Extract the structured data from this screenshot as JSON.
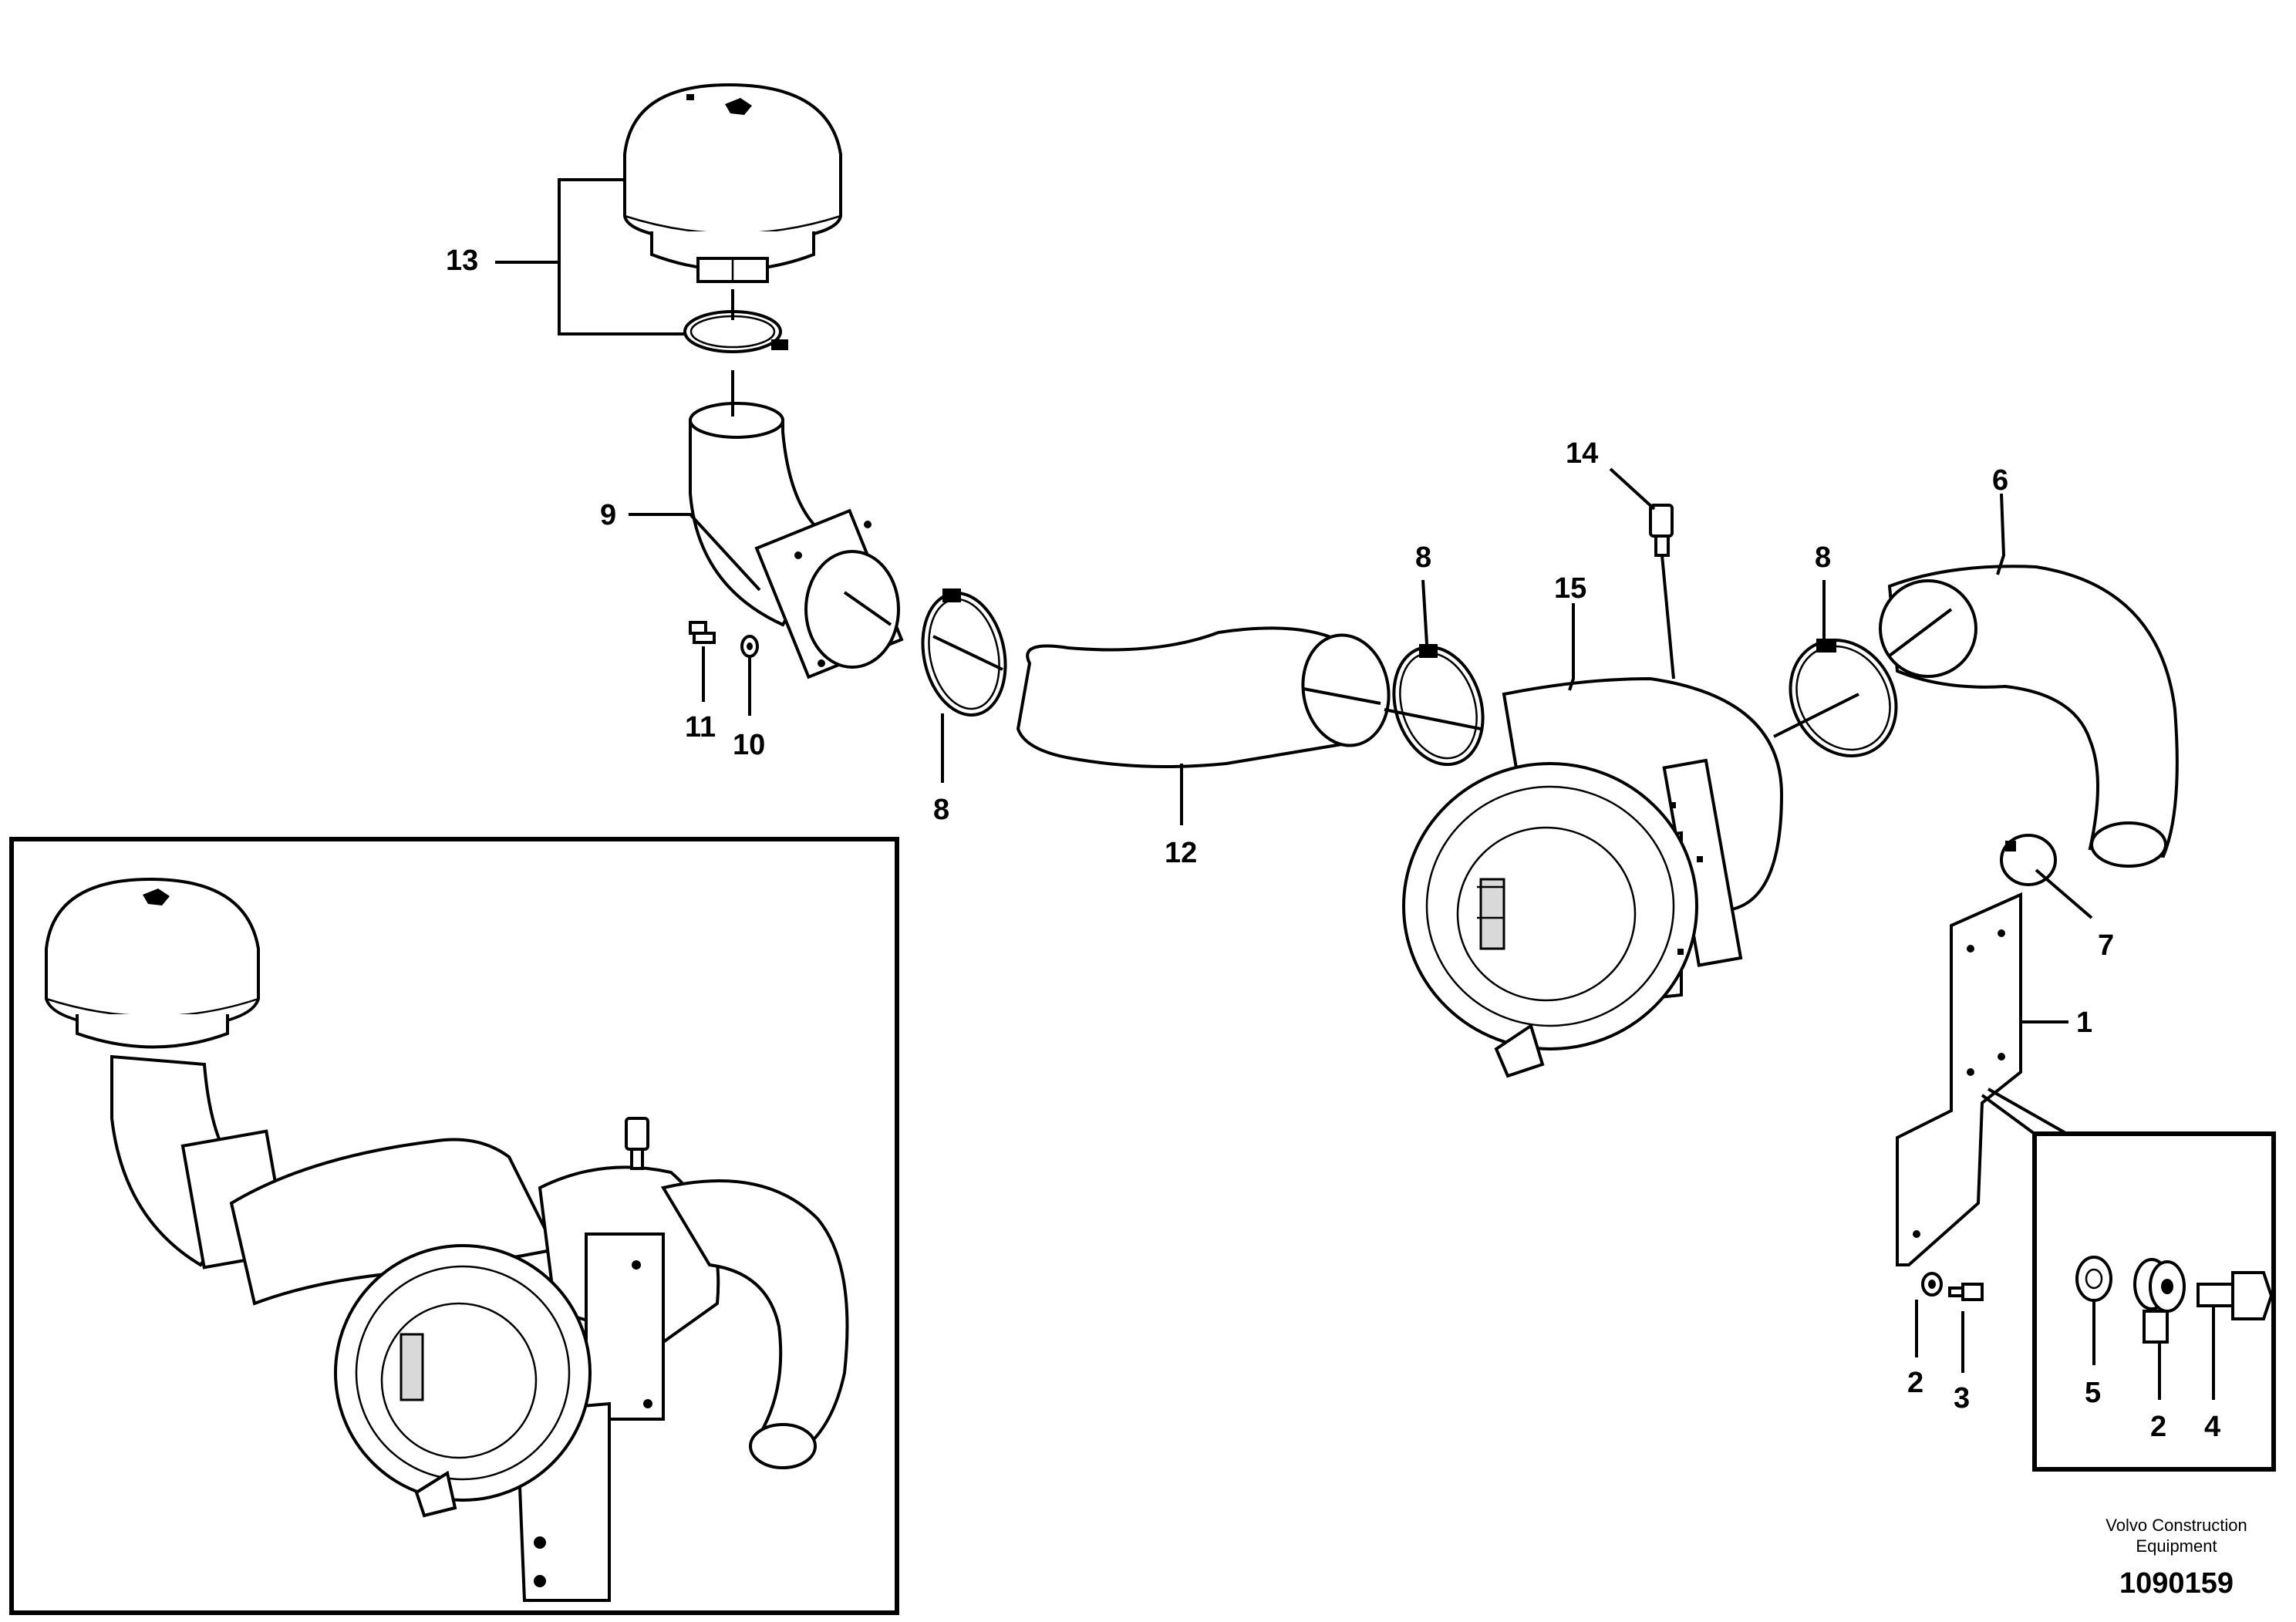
{
  "callouts": [
    {
      "id": "c13",
      "text": "13"
    },
    {
      "id": "c9",
      "text": "9"
    },
    {
      "id": "c11",
      "text": "11"
    },
    {
      "id": "c10",
      "text": "10"
    },
    {
      "id": "c8a",
      "text": "8"
    },
    {
      "id": "c12",
      "text": "12"
    },
    {
      "id": "c8b",
      "text": "8"
    },
    {
      "id": "c14",
      "text": "14"
    },
    {
      "id": "c15",
      "text": "15"
    },
    {
      "id": "c8c",
      "text": "8"
    },
    {
      "id": "c6",
      "text": "6"
    },
    {
      "id": "c7",
      "text": "7"
    },
    {
      "id": "c1",
      "text": "1"
    },
    {
      "id": "c2a",
      "text": "2"
    },
    {
      "id": "c3",
      "text": "3"
    },
    {
      "id": "c5",
      "text": "5"
    },
    {
      "id": "c2b",
      "text": "2"
    },
    {
      "id": "c4",
      "text": "4"
    }
  ],
  "footer": {
    "company_line1": "Volvo Construction",
    "company_line2": "Equipment",
    "drawing_number": "1090159"
  }
}
